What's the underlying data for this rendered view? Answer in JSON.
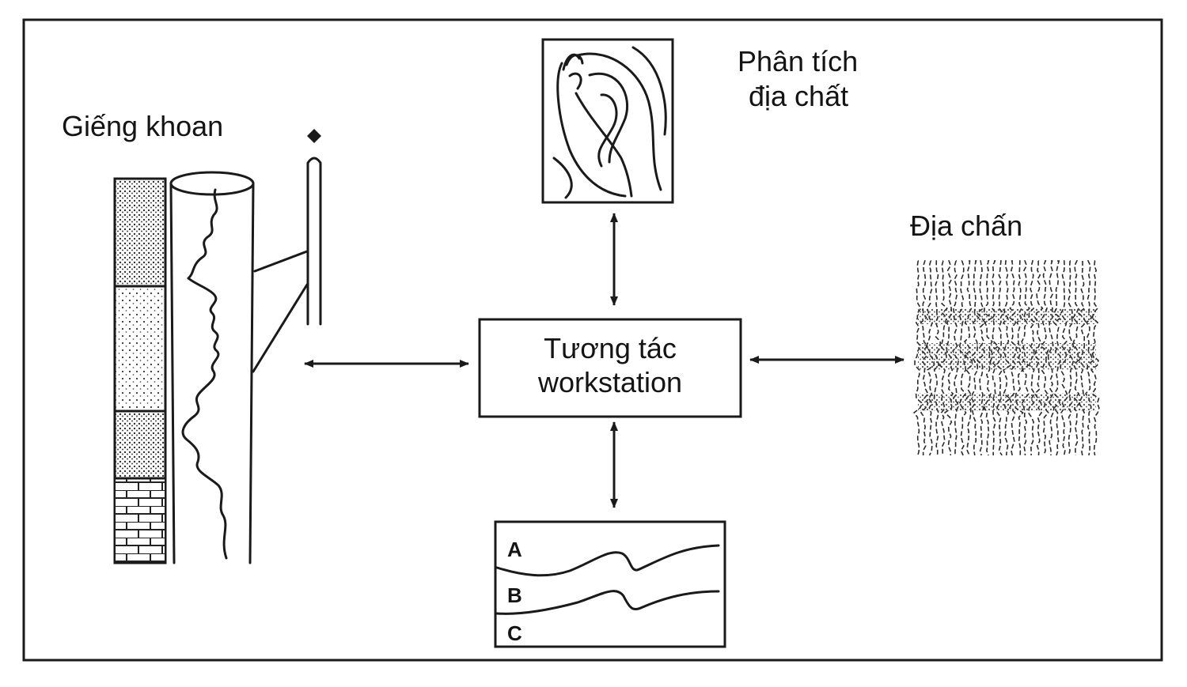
{
  "labels": {
    "well": "Giếng khoan",
    "geology_line1": "Phân tích",
    "geology_line2": "địa chất",
    "seismic": "Địa chấn",
    "workstation_line1": "Tương tác",
    "workstation_line2": "workstation"
  },
  "layers": [
    "A",
    "B",
    "C"
  ],
  "colors": {
    "ink": "#1a1a1a",
    "background": "#ffffff"
  }
}
